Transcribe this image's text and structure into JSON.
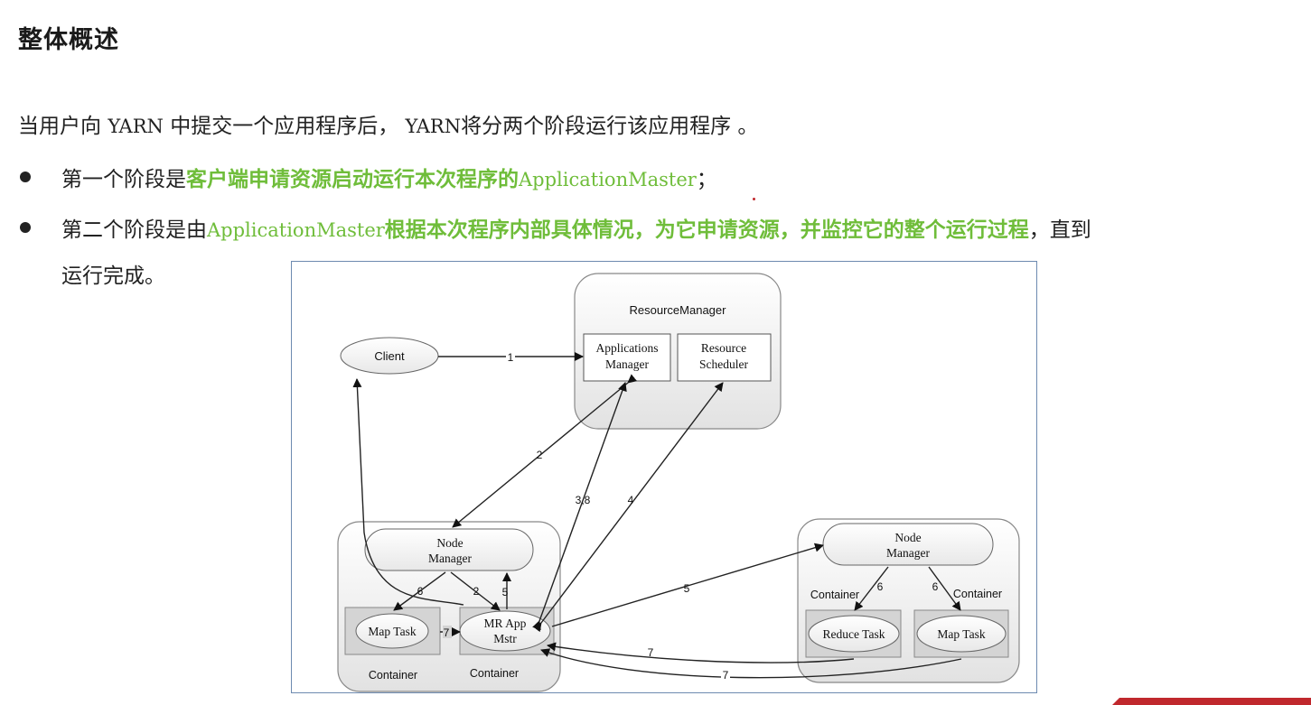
{
  "heading": "整体概述",
  "intro": {
    "pre": "当用户向 ",
    "yarn1": "YARN",
    "mid": " 中提交一个应用程序后， ",
    "yarn2": "YARN",
    "post": "将分两个阶段运行该应用程序 。"
  },
  "bullet1": {
    "pre": "第一个阶段是",
    "highlight": "客户端申请资源启动运行本次程序的",
    "am": "ApplicationMaster",
    "post": "；"
  },
  "bullet2": {
    "pre": "第二个阶段是由",
    "am": "ApplicationMaster",
    "highlight": "根据本次程序内部具体情况，为它申请资源，并监控它的整个运行过程",
    "post": "，直到",
    "line2": "运行完成。"
  },
  "diagram": {
    "resource_manager": "ResourceManager",
    "applications_manager": [
      "Applications",
      "Manager"
    ],
    "resource_scheduler": [
      "Resource",
      "Scheduler"
    ],
    "client": "Client",
    "node_manager": [
      "Node",
      "Manager"
    ],
    "map_task": "Map Task",
    "reduce_task": "Reduce Task",
    "mr_app_mstr": [
      "MR App",
      "Mstr"
    ],
    "container": "Container",
    "steps": {
      "s1": "1",
      "s2": "2",
      "s38": "3,8",
      "s4": "4",
      "s5": "5",
      "s6": "6",
      "s7": "7"
    }
  },
  "colors": {
    "highlight": "#6fbd3a",
    "accent_red": "#c0282d",
    "frame": "#6d8ab0"
  }
}
